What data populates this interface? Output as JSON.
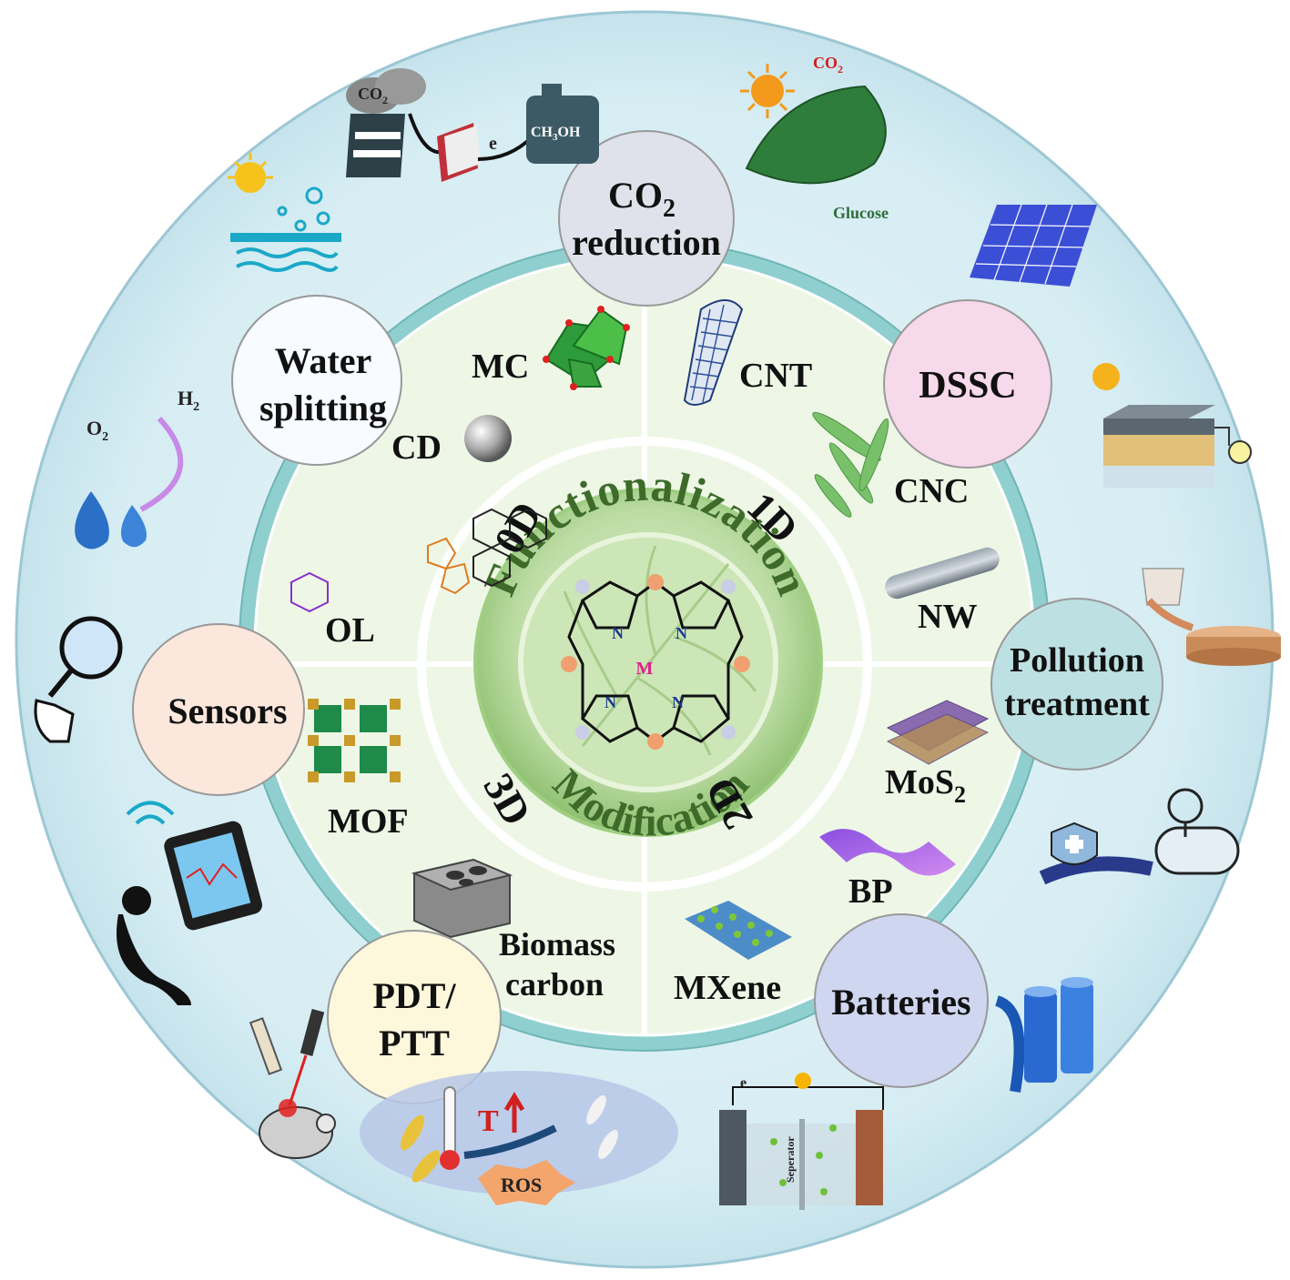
{
  "center": {
    "top_arc": "Functionalization",
    "bottom_arc": "Modification",
    "metal": "M",
    "nitrogen": "N"
  },
  "dimensions": {
    "d0": "0D",
    "d1": "1D",
    "d2": "2D",
    "d3": "3D"
  },
  "materials": {
    "mc": "MC",
    "cnt": "CNT",
    "cd": "CD",
    "cnc": "CNC",
    "ol": "OL",
    "nw": "NW",
    "mof": "MOF",
    "mos2": "MoS",
    "mos2_sub": "2",
    "bp": "BP",
    "biomass_1": "Biomass",
    "biomass_2": "carbon",
    "mxene": "MXene"
  },
  "applications": {
    "co2_1": "CO",
    "co2_sub": "2",
    "co2_2": "reduction",
    "dssc": "DSSC",
    "pollution_1": "Pollution",
    "pollution_2": "treatment",
    "batteries": "Batteries",
    "pdt_1": "PDT/",
    "pdt_2": "PTT",
    "sensors": "Sensors",
    "water_1": "Water",
    "water_2": "splitting"
  },
  "icons": {
    "co2_factory_label": "CO",
    "co2_factory_sub": "2",
    "methanol_label": "CH",
    "methanol_sub": "3",
    "methanol_tail": "OH",
    "electron": "e",
    "leaf_co2": "CO",
    "leaf_co2_sub": "2",
    "glucose": "Glucose",
    "o2_label": "O",
    "o2_sub": "2",
    "h2_label": "H",
    "h2_sub": "2",
    "temp": "T",
    "ros": "ROS",
    "separator": "Seperator"
  },
  "colors": {
    "outer_ring": "#d6edf3",
    "teal_ring": "#8fcfcf",
    "inner_bg": "#eef7e6",
    "center_green": "#a7cf8c"
  }
}
